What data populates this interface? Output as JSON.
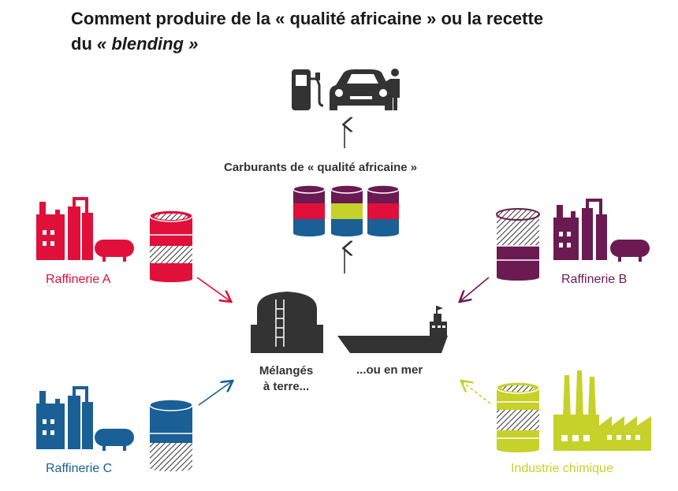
{
  "title": {
    "line1": "Comment produire de la « qualité africaine » ou la recette",
    "line2_prefix": "du ",
    "line2_em": "« blending »"
  },
  "labels": {
    "fuels": "Carburants de « qualité africaine »",
    "land": "Mélangés",
    "land2": "à terre...",
    "sea": "...ou en mer",
    "ref_a": "Raffinerie A",
    "ref_b": "Raffinerie B",
    "ref_c": "Raffinerie C",
    "chem": "Industrie chimique"
  },
  "colors": {
    "a": "#e0103a",
    "b": "#6b1a52",
    "c": "#1a5f96",
    "chem": "#c6d12a",
    "dark": "#333333"
  }
}
